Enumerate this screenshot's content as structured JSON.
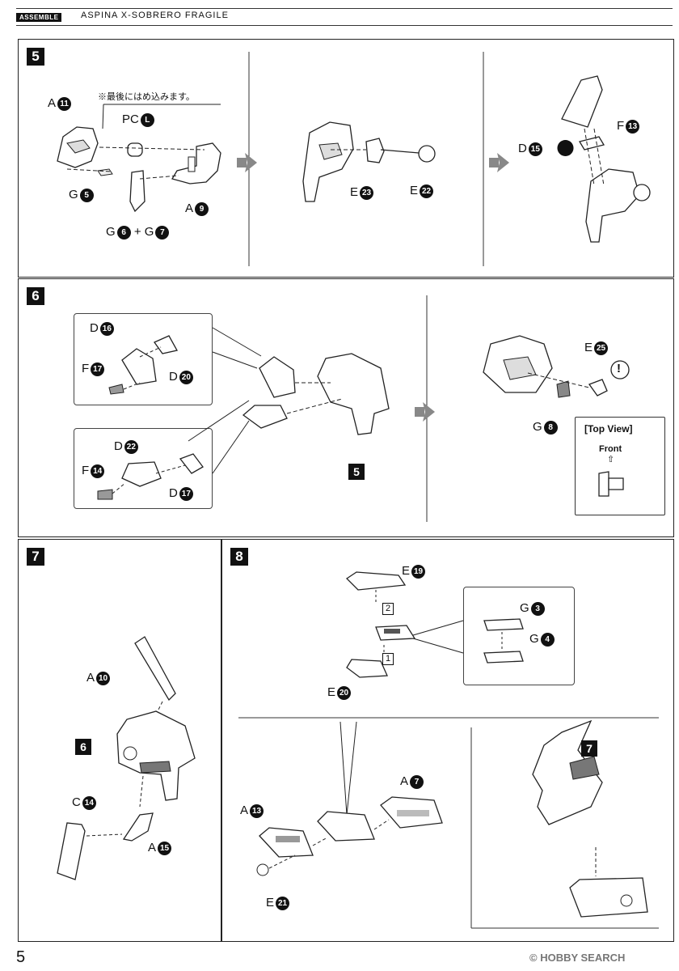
{
  "header": {
    "badge": "ASSEMBLE",
    "title": "ASPINA  X-SOBRERO FRAGILE"
  },
  "steps": {
    "s5": {
      "num": "5",
      "note": "※最後にはめ込みます。",
      "labels": {
        "a11": {
          "letter": "A",
          "num": "11"
        },
        "pcl": {
          "letter": "PC",
          "num": "L"
        },
        "g5": {
          "letter": "G",
          "num": "5"
        },
        "a9": {
          "letter": "A",
          "num": "9"
        },
        "g6": {
          "letter": "G",
          "num": "6"
        },
        "plus": "+",
        "g7": {
          "letter": "G",
          "num": "7"
        },
        "e23": {
          "letter": "E",
          "num": "23"
        },
        "e22": {
          "letter": "E",
          "num": "22"
        },
        "d15": {
          "letter": "D",
          "num": "15"
        },
        "f13": {
          "letter": "F",
          "num": "13"
        }
      }
    },
    "s6": {
      "num": "6",
      "labels": {
        "d16": {
          "letter": "D",
          "num": "16"
        },
        "d20": {
          "letter": "D",
          "num": "20"
        },
        "f17": {
          "letter": "F",
          "num": "17"
        },
        "d22": {
          "letter": "D",
          "num": "22"
        },
        "d17": {
          "letter": "D",
          "num": "17"
        },
        "f14": {
          "letter": "F",
          "num": "14"
        },
        "e25": {
          "letter": "E",
          "num": "25"
        },
        "g8": {
          "letter": "G",
          "num": "8"
        },
        "ref5": "5",
        "warn": "!"
      },
      "top_view": {
        "title": "[Top View]",
        "front": "Front",
        "arrow": "⇧"
      }
    },
    "s7": {
      "num": "7",
      "labels": {
        "a10": {
          "letter": "A",
          "num": "10"
        },
        "ref6": "6",
        "c14": {
          "letter": "C",
          "num": "14"
        },
        "a15": {
          "letter": "A",
          "num": "15"
        }
      }
    },
    "s8": {
      "num": "8",
      "labels": {
        "e19": {
          "letter": "E",
          "num": "19"
        },
        "e20": {
          "letter": "E",
          "num": "20"
        },
        "g3": {
          "letter": "G",
          "num": "3"
        },
        "g4": {
          "letter": "G",
          "num": "4"
        },
        "a13": {
          "letter": "A",
          "num": "13"
        },
        "a7": {
          "letter": "A",
          "num": "7"
        },
        "e21": {
          "letter": "E",
          "num": "21"
        },
        "ref7": "7",
        "order1": "1",
        "order2": "2"
      }
    }
  },
  "footer": {
    "page": "5",
    "logo": "© HOBBY SEARCH"
  }
}
